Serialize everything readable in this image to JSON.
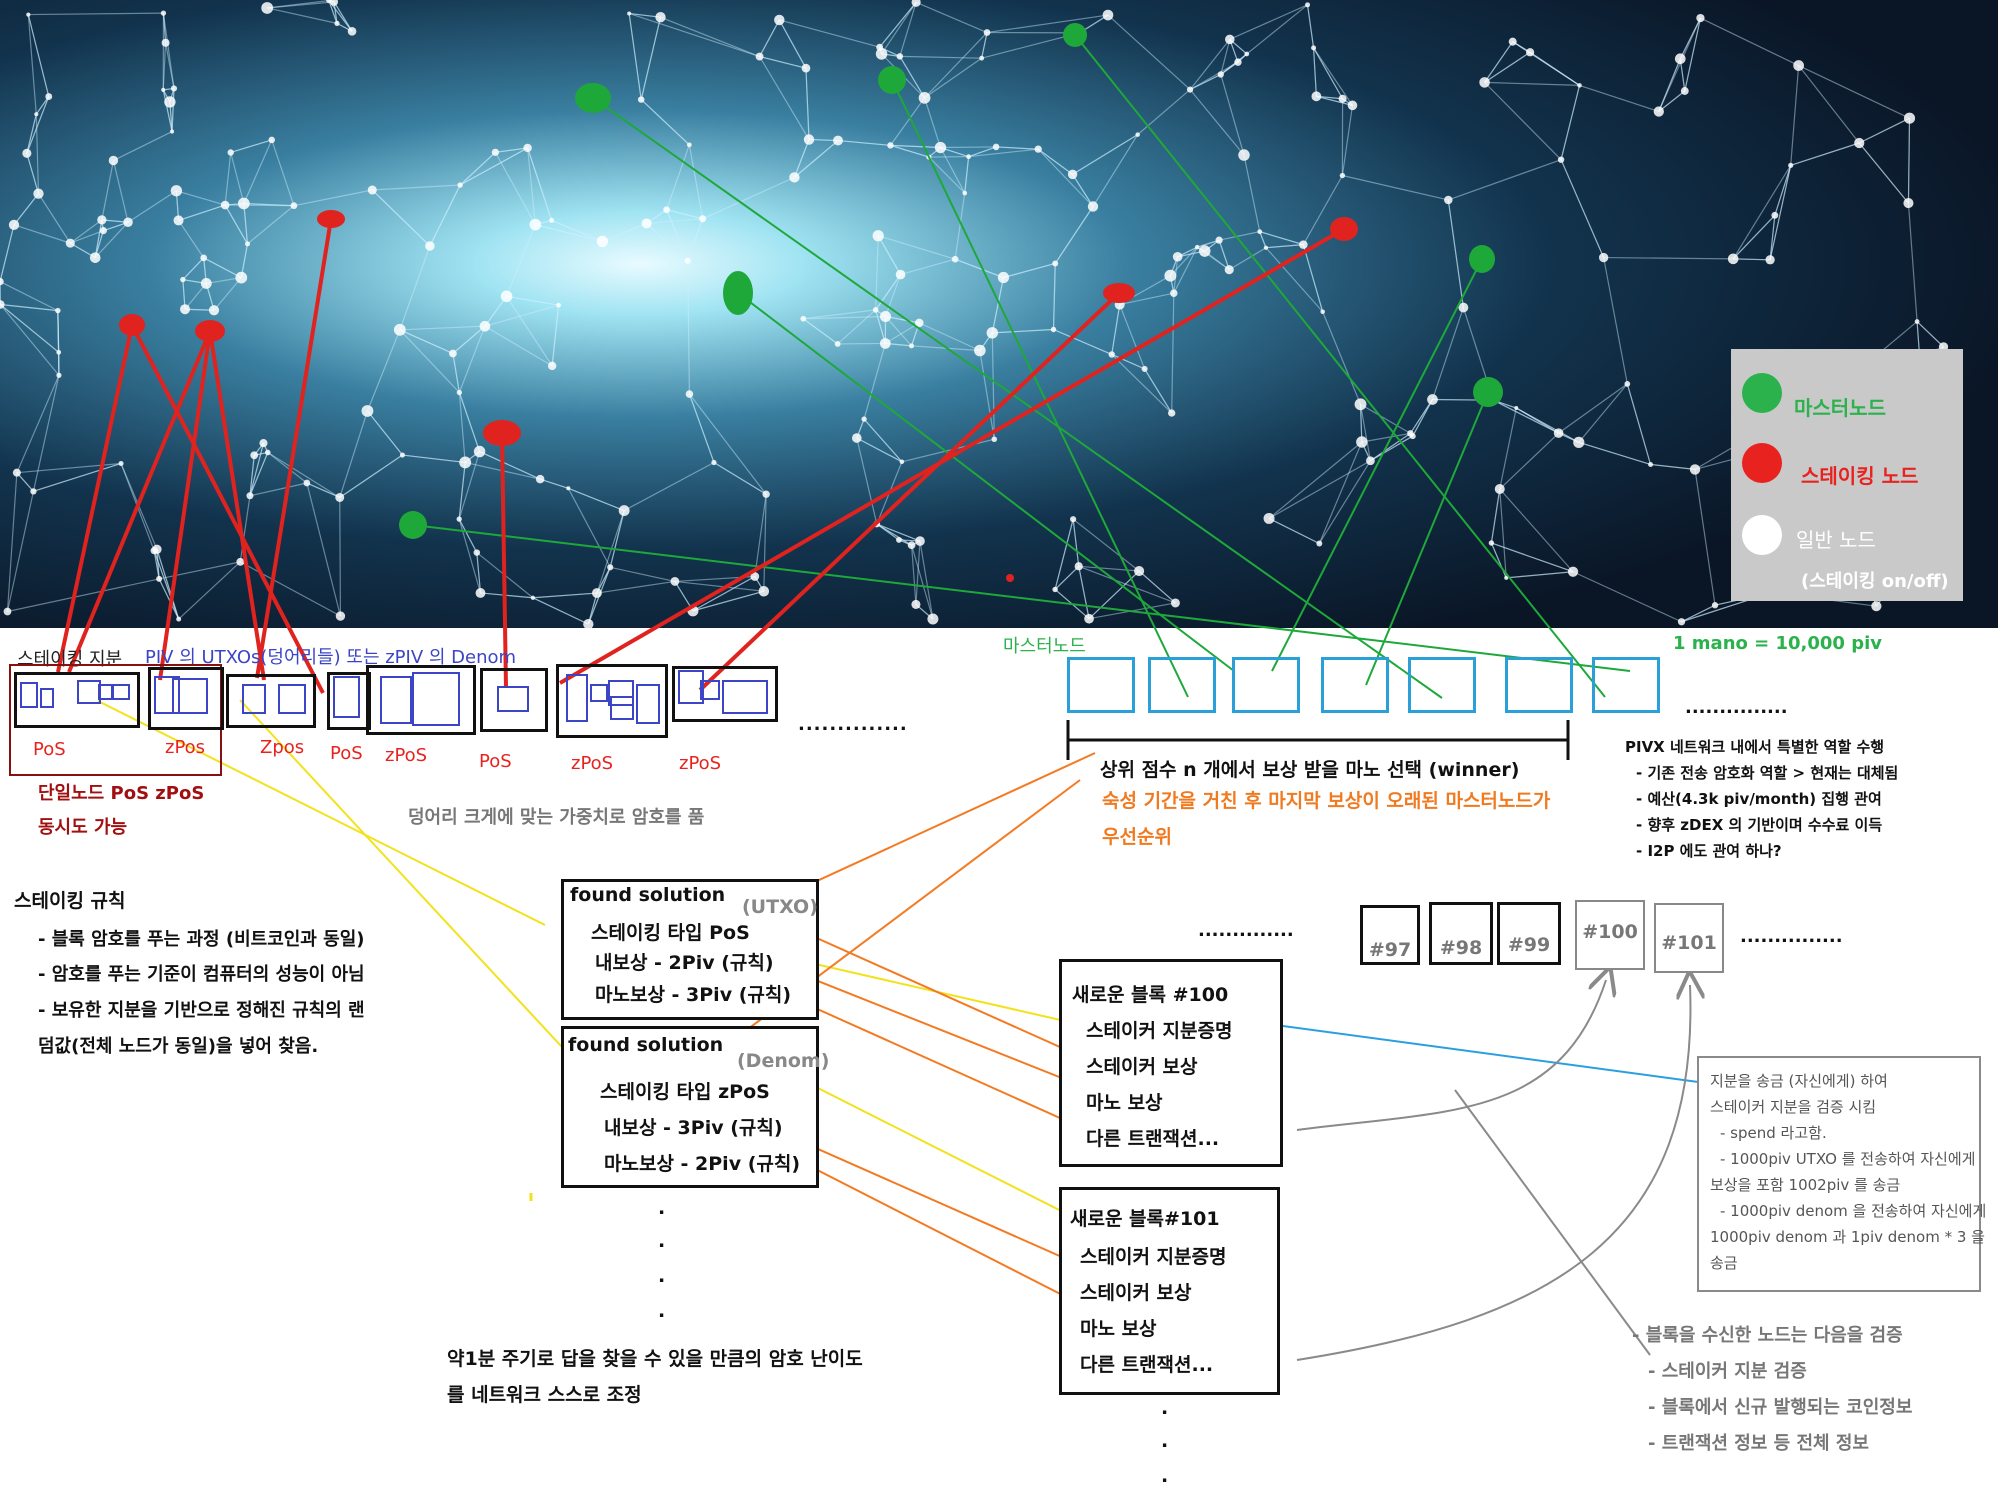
{
  "legend": {
    "masternode": "마스터노드",
    "staking_node": "스테이킹 노드",
    "normal_node": "일반 노드",
    "normal_node_sub": "(스테이킹 on/off)",
    "colors": {
      "masternode": "#2bb24c",
      "staking": "#e8231f",
      "normal": "#ffffff"
    }
  },
  "staking_section": {
    "header_stake": "스테이킹 지분",
    "header_piv": "PIV 의 UTXOs(덩어리들) 또는 zPIV 의 Denom",
    "labels": [
      "PoS",
      "zPos",
      "Zpos",
      "PoS",
      "zPoS",
      "PoS",
      "zPoS",
      "zPoS"
    ],
    "ellipsis": "..............",
    "single_node_1": "단일노드 PoS zPoS",
    "single_node_2": "동시도 가능",
    "weight_note": "덩어리 크게에 맞는 가중치로 암호를 품"
  },
  "rules": {
    "title": "스테이킹 규칙",
    "items": [
      "- 블록 암호를 푸는 과정 (비트코인과 동일)",
      "- 암호를 푸는 기준이 컴퓨터의 성능이 아님",
      "- 보유한 지분을 기반으로 정해진 규칙의 랜",
      "덤값(전체 노드가 동일)을 넣어 찾음."
    ]
  },
  "solution1": {
    "title": "found solution",
    "tag": "(UTXO)",
    "lines": [
      "스테이킹 타입 PoS",
      "내보상 - 2Piv (규칙)",
      "마노보상 - 3Piv (규칙)"
    ]
  },
  "solution2": {
    "title": "found solution",
    "tag": "(Denom)",
    "lines": [
      "스테이킹 타입 zPoS",
      "내보상 - 3Piv (규칙)",
      "마노보상 - 2Piv (규칙)"
    ]
  },
  "vdots": ".",
  "difficulty": {
    "line1": "약1분 주기로 답을 찾을 수 있을 만큼의 암호 난이도",
    "line2": "를 네트워크 스스로 조정"
  },
  "masternode_section": {
    "label": "마스터노드",
    "mano": "1 mano = 10,000 piv",
    "ellipsis": "...............",
    "select": "상위 점수 n 개에서 보상 받을 마노 선택 (winner)",
    "priority_1": "숙성 기간을 거친 후 마지막 보상이 오래된 마스터노드가",
    "priority_2": "우선순위"
  },
  "pivx_roles": {
    "title": "PIVX 네트워크 내에서 특별한 역할 수행",
    "items": [
      "- 기존 전송 암호화 역할 > 현재는 대체됨",
      "- 예산(4.3k piv/month) 집행 관여",
      "- 향후 zDEX 의 기반이며 수수료 이득",
      "- I2P 에도 관여 하나?"
    ]
  },
  "chain": {
    "ellipsis_left": "..............",
    "ellipsis_right": "...............",
    "blocks": [
      "#97",
      "#98",
      "#99",
      "#100",
      "#101"
    ]
  },
  "block100": {
    "title": "새로운 블록 #100",
    "lines": [
      "스테이커 지분증명",
      "스테이커 보상",
      "마노 보상",
      "다른 트랜잭션..."
    ]
  },
  "block101": {
    "title": "새로운 블록#101",
    "lines": [
      "스테이커 지분증명",
      "스테이커 보상",
      "마노 보상",
      "다른 트랜잭션..."
    ]
  },
  "spend_note": {
    "lines": [
      "지분을 송금 (자신에게) 하여",
      "스테이커 지분을 검증 시킴",
      "- spend 라고함.",
      "- 1000piv UTXO 를 전송하여 자신에게",
      "보상을 포함 1002piv 를 송금",
      "- 1000piv denom 을 전송하여 자신에게",
      "1000piv denom 과 1piv denom * 3 을",
      "송금"
    ]
  },
  "verify": {
    "items": [
      "- 블록을 수신한 노드는 다음을 검증",
      "- 스테이커 지분 검증",
      "- 블록에서 신규 발행되는 코인정보",
      "- 트랜잭션 정보 등 전체 정보"
    ]
  }
}
